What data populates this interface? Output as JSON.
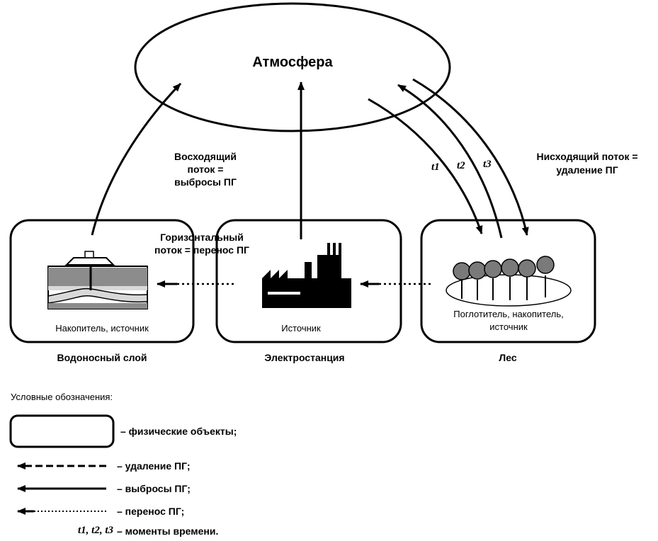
{
  "atmosphere": {
    "label": "Атмосфера"
  },
  "flows": {
    "upward": {
      "line1": "Восходящий",
      "line2": "поток =",
      "line3": "выбросы ПГ"
    },
    "downward": {
      "line1": "Нисходящий поток =",
      "line2": "удаление ПГ"
    },
    "horizontal": {
      "line1": "Горизонтальный",
      "line2": "поток = перенос ПГ"
    },
    "times": [
      "t1",
      "t2",
      "t3"
    ]
  },
  "objects": {
    "aquifer": {
      "inner": "Накопитель, источник",
      "caption": "Водоносный слой"
    },
    "power_plant": {
      "inner": "Источник",
      "caption": "Электростанция"
    },
    "forest": {
      "inner_line1": "Поглотитель, накопитель,",
      "inner_line2": "источник",
      "caption": "Лес"
    }
  },
  "legend": {
    "title": "Условные обозначения:",
    "items": [
      {
        "symbol": "rounded-rectangle",
        "text": "– физические объекты;"
      },
      {
        "symbol": "dashed-arrow",
        "text": "– удаление ПГ;"
      },
      {
        "symbol": "solid-arrow",
        "text": "– выбросы ПГ;"
      },
      {
        "symbol": "dotted-arrow",
        "text": "– перенос ПГ;"
      },
      {
        "symbol": "times",
        "symbol_text": "t1, t2, t3",
        "text": "– моменты времени."
      }
    ]
  },
  "colors": {
    "ink": "#000000",
    "ground": "#8c8c8c",
    "tree": "#7a7a7a",
    "layer_light": "#d9d9d9"
  }
}
